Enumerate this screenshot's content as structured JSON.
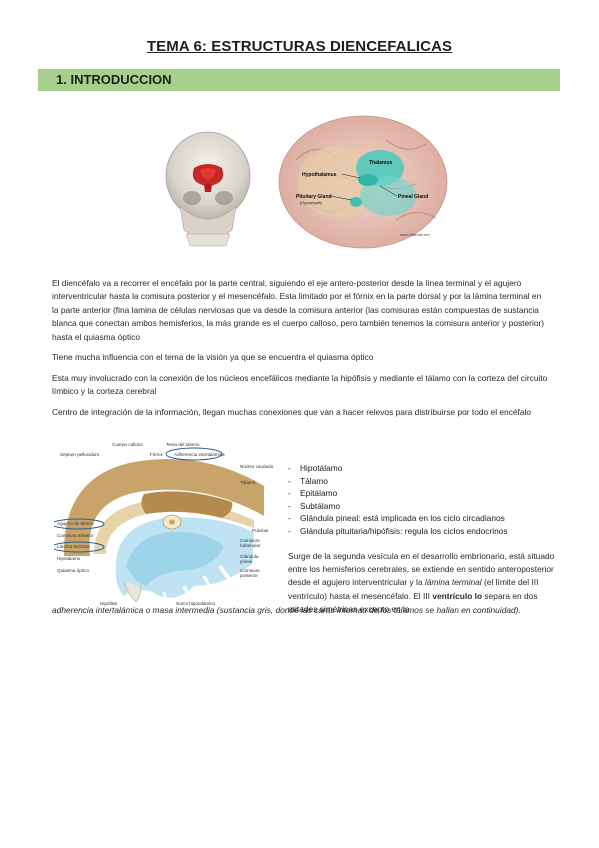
{
  "document": {
    "title": "TEMA 6: ESTRUCTURAS DIENCEFALICAS",
    "section_heading": "1. INTRODUCCION"
  },
  "brain_figure": {
    "labels": {
      "hypothalamus": "Hypothalamus",
      "thalamus": "Thalamus",
      "pituitary": "Pituitary Gland",
      "pituitary_sub": "(Hypophysis)",
      "pineal": "Pineal Gland",
      "watermark": "www.3dbrain.net"
    }
  },
  "paragraphs": {
    "p1": "El diencéfalo va a recorrer el encéfalo por la parte central, siguiendo el eje antero-posterior desde la línea terminal y el agujero interventricular hasta la comisura posterior y el mesencéfalo. Esta limitado por el fórnix en la parte dorsal y por la lámina terminal en la parte anterior (fina lamina de células nerviosas que va desde la comisura anterior (las comisuras están compuestas de sustancia blanca que conectan ambos hemisferios, la más grande es el cuerpo calloso, pero también tenemos la comisura anterior y posterior) hasta el quiasma óptico",
    "p2": "Tiene mucha influencia con el tema de la visión ya que se encuentra el quiasma óptico",
    "p3": "Esta muy involucrado con la conexión de los núcleos encefálicos mediante la hipófisis y mediante el tálamo con la corteza del circuito límbico y la corteza cerebral",
    "p4": "Centro de integración de la información, llegan muchas conexiones que van a hacer relevos para distribuirse por todo el encéfalo"
  },
  "sagittal_figure": {
    "labels": {
      "cuerpo_calloso": "Cuerpo calloso",
      "tenia_talamo": "Tenia del tálamo",
      "septum": "Septum pellucidum",
      "fornix": "Fórnix",
      "adherencia": "Adherencia intertalámica",
      "nucleo_caudado": "Núcleo caudado",
      "talamo": "Tálamo",
      "agujero_monro": "Agujero de Monro",
      "comisura_anterior": "Comisura anterior",
      "lamina_terminal": "Lámina terminal",
      "hipotalamo": "Hipotálamo",
      "quiasma": "Quiasma óptico",
      "pulvinar": "Pulvinar",
      "comisura_habenular": "Comisura habenular",
      "glandula_pineal": "Glándula pineal",
      "comisura_posterior": "Comisura posterior",
      "hipofisis": "Hipófisis",
      "surco_hipotalamico": "Surco hipotalámico"
    }
  },
  "bullets": [
    "Hipotálamo",
    "Tálamo",
    "Epitálamo",
    "Subtálamo",
    "Glándula pineal: está implicada en los ciclo circadianos",
    "Glándula pituitaria/hipófisis: regula los ciclos endocrinos"
  ],
  "p5": {
    "text1": "Surge de la segunda vesícula en el desarrollo embrionario, está situado entre los hemisferios cerebrales, se extiende en sentido anteroposterior desde el agujero interventricular y la ",
    "italic1": "lámina terminal",
    "text2": " (el límite del III ventrículo) hasta el mesencéfalo. El III ",
    "bold1": "ventrículo lo",
    "text3": " separa en dos mitades simétricas excepto en la",
    "italic_line": "adherencia intertalámica o masa intermedia (sustancia gris, donde las caras internas de los tálamos se hallan en continuidad)."
  }
}
